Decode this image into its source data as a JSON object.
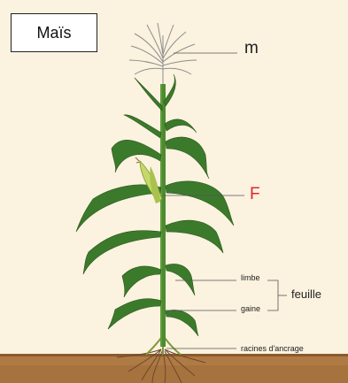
{
  "title": "Maïs",
  "labels": {
    "m": "m",
    "f": "F",
    "limbe": "limbe",
    "gaine": "gaine",
    "feuille": "feuille",
    "racines": "racines d'ancrage"
  },
  "colors": {
    "background": "#fbf2df",
    "ground": "#b07a45",
    "leaf_dark": "#2f6b25",
    "leaf_light": "#5b9a3a",
    "cob": "#b9cf5a",
    "tassel": "#9c9c9c",
    "f_label": "#e2262b"
  }
}
